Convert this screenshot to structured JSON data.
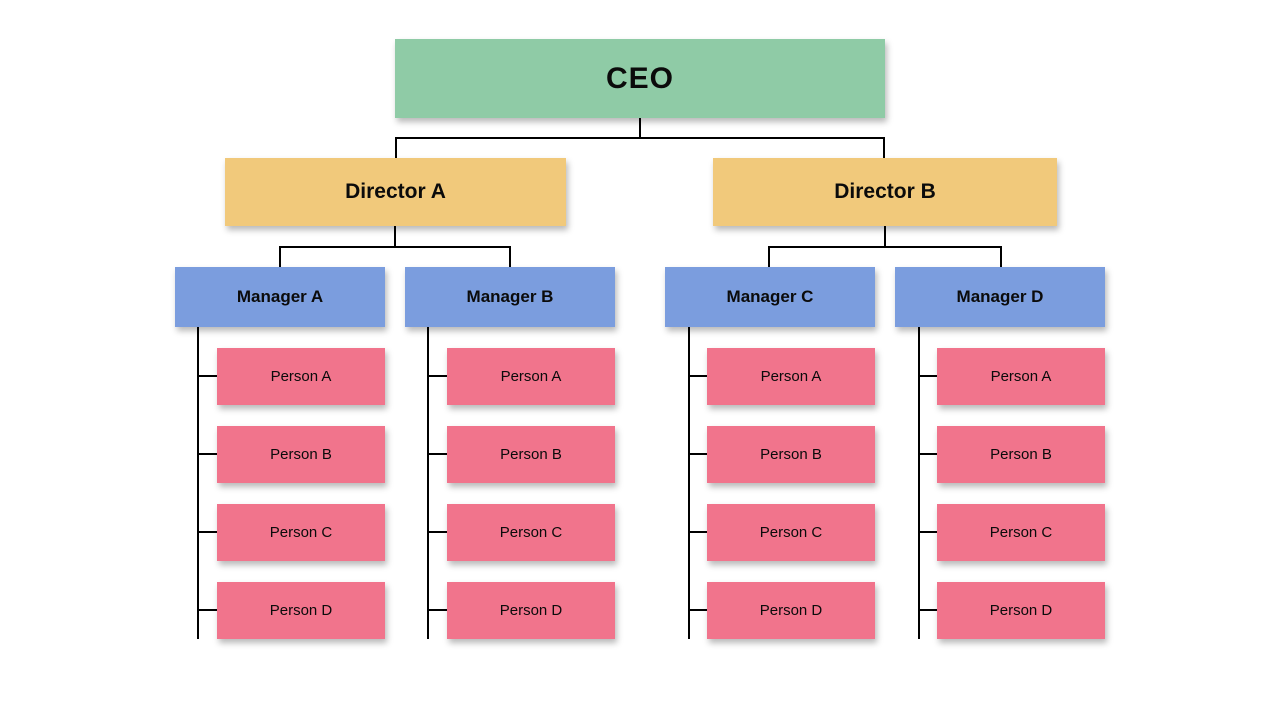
{
  "theme": {
    "ceo_color": "#8FCBA6",
    "director_color": "#F1C97B",
    "manager_color": "#7B9DDE",
    "person_color": "#F1748C",
    "line_color": "#000000",
    "background_color": "#FFFFFF",
    "text_color": "#0B0B0B"
  },
  "org": {
    "ceo": {
      "label": "CEO"
    },
    "directors": [
      {
        "label": "Director A",
        "managers": [
          {
            "label": "Manager A",
            "reports": [
              "Person A",
              "Person B",
              "Person C",
              "Person D"
            ]
          },
          {
            "label": "Manager B",
            "reports": [
              "Person A",
              "Person B",
              "Person C",
              "Person D"
            ]
          }
        ]
      },
      {
        "label": "Director B",
        "managers": [
          {
            "label": "Manager C",
            "reports": [
              "Person A",
              "Person B",
              "Person C",
              "Person D"
            ]
          },
          {
            "label": "Manager D",
            "reports": [
              "Person A",
              "Person B",
              "Person C",
              "Person D"
            ]
          }
        ]
      }
    ]
  }
}
